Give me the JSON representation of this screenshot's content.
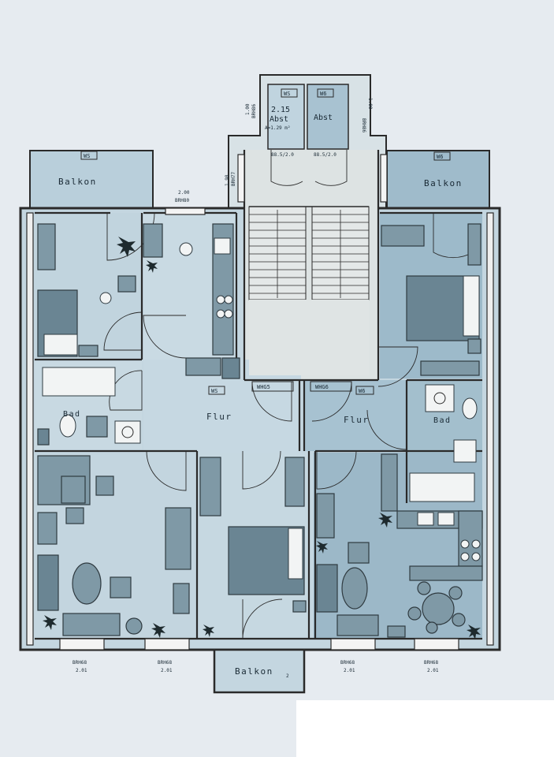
{
  "labels": {
    "balkon_left": "Balkon",
    "balkon_right": "Balkon",
    "balkon_bottom": "Balkon",
    "balkon_bottom_sub": "2",
    "flur_left": "Flur",
    "flur_right": "Flur",
    "bad_left": "Bad",
    "bad_right": "Bad",
    "abst_left": "Abst",
    "abst_right": "Abst",
    "abst_left_num": "2.15",
    "abst_left_area": "A=1.29 m²",
    "unit_ws": "WS",
    "unit_w6": "W6",
    "unit_ws_flur": "WS",
    "unit_w6_flur": "W6",
    "unit_ws_balkon": "WS",
    "unit_w6_balkon": "W6",
    "unit_ws_abst": "WS",
    "unit_w6_abst": "W6",
    "whg5": "WHG5",
    "whg6": "WHG6",
    "door_abst_left": "88.5/2.0",
    "door_abst_right": "88.5/2.0",
    "brh_top_num": "2.00",
    "brh_top": "BRH80",
    "brh_vert_left_a": "1.00",
    "brh_vert_left_b": "BRH86",
    "brh_vert_right_a": "BRH86",
    "brh_vert_right_b": "1.00",
    "brh_vert_mid_a": "1.98",
    "brh_vert_mid_b": "BRH77",
    "win1_brh": "BRH68",
    "win1_h": "2.01",
    "win2_brh": "BRH68",
    "win2_h": "2.01",
    "win3_brh": "BRH68",
    "win3_h": "2.01",
    "win4_brh": "BRH68",
    "win4_h": "2.01"
  },
  "colors": {
    "background": "#e6ebf0",
    "room_light": "#c5d6e0",
    "room_mid": "#a6c0ce",
    "room_dark": "#8fa9b8",
    "stair": "#dde3e3",
    "furniture": "#7f99a6"
  }
}
